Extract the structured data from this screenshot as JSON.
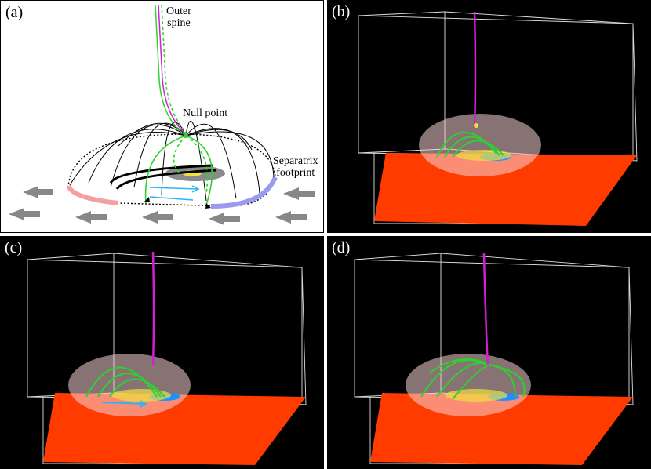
{
  "panels": {
    "a": {
      "label": "(a)",
      "annotations": {
        "outer_spine": [
          "Outer",
          "spine"
        ],
        "null_point": "Null point",
        "separatrix_footprint": [
          "Separatrix",
          "footprint"
        ]
      }
    },
    "b": {
      "label": "(b)"
    },
    "c": {
      "label": "(c)"
    },
    "d": {
      "label": "(d)"
    }
  },
  "colors": {
    "spine": "#d020d0",
    "field_lines": "#2fd02f",
    "flow_arrow": "#29b6f6",
    "photosphere": "#ff3b00",
    "box_edges": "#e0e0e0",
    "dome": "#f2c9c9",
    "separatrix_positive": "#f08080",
    "separatrix_negative": "#8080f0",
    "drift_arrows": "#888888"
  },
  "icons": [
    "drift-arrow-icon"
  ]
}
